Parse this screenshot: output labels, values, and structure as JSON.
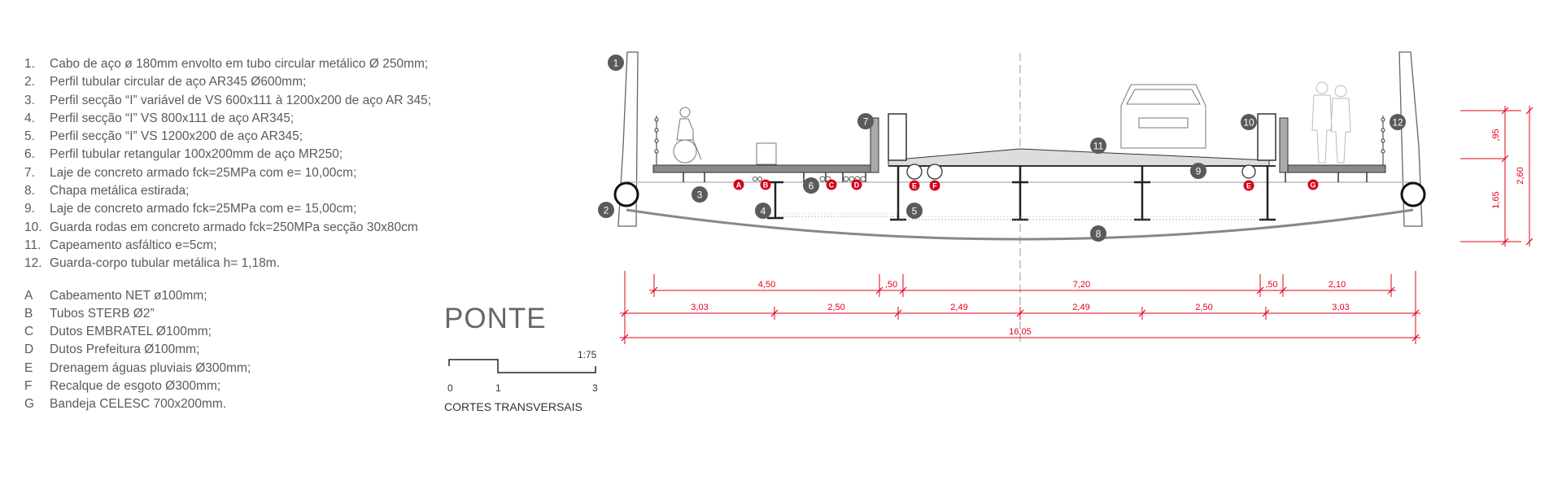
{
  "legend_numbered": [
    {
      "key": "1.",
      "text": "Cabo de aço ø 180mm envolto em tubo circular metálico Ø 250mm;"
    },
    {
      "key": "2.",
      "text": "Perfil tubular circular de aço AR345 Ø600mm;"
    },
    {
      "key": "3.",
      "text": "Perfil secção “I” variável de VS 600x111 à 1200x200 de aço AR 345;"
    },
    {
      "key": "4.",
      "text": "Perfil secção “I” VS 800x111 de aço AR345;"
    },
    {
      "key": "5.",
      "text": "Perfil secção “I” VS 1200x200 de aço AR345;"
    },
    {
      "key": "6.",
      "text": "Perfil tubular retangular 100x200mm de aço MR250;"
    },
    {
      "key": "7.",
      "text": "Laje de concreto armado fck=25MPa com e= 10,00cm;"
    },
    {
      "key": "8.",
      "text": "Chapa metálica estirada;"
    },
    {
      "key": "9.",
      "text": "Laje de concreto armado fck=25MPa com e= 15,00cm;"
    },
    {
      "key": "10.",
      "text": "Guarda rodas em concreto armado fck=250MPa secção 30x80cm"
    },
    {
      "key": "11.",
      "text": "Capeamento asfáltico e=5cm;"
    },
    {
      "key": "12.",
      "text": "Guarda-corpo tubular metálica h= 1,18m."
    }
  ],
  "legend_lettered": [
    {
      "key": "A",
      "text": "Cabeamento NET ø100mm;"
    },
    {
      "key": "B",
      "text": "Tubos STERB Ø2”"
    },
    {
      "key": "C",
      "text": "Dutos EMBRATEL Ø100mm;"
    },
    {
      "key": "D",
      "text": "Dutos Prefeitura Ø100mm;"
    },
    {
      "key": "E",
      "text": "Drenagem águas pluviais Ø300mm;"
    },
    {
      "key": "F",
      "text": "Recalque de esgoto Ø300mm;"
    },
    {
      "key": "G",
      "text": "Bandeja CELESC 700x200mm."
    }
  ],
  "title": "PONTE",
  "subtitle": "CORTES TRANSVERSAIS",
  "scale": {
    "ratio": "1:75",
    "ticks": [
      "0",
      "1",
      "3"
    ]
  },
  "markers": {
    "numbered": [
      "1",
      "2",
      "3",
      "4",
      "5",
      "6",
      "7",
      "8",
      "9",
      "10",
      "11",
      "12"
    ],
    "lettered": [
      "A",
      "B",
      "C",
      "D",
      "E",
      "F",
      "E",
      "G"
    ]
  },
  "dimensions": {
    "row1": [
      "4,50",
      ",50",
      "7,20",
      ",50",
      "2,10"
    ],
    "row2": [
      "3,03",
      "2,50",
      "2,49",
      "2,49",
      "2,50",
      "3,03"
    ],
    "total": "16,05",
    "vertical": [
      ",95",
      "1,65",
      "2,60"
    ]
  },
  "colors": {
    "dimension": "#e3001b",
    "marker": "#5a5a5a",
    "lettered_marker": "#d6001c",
    "structure": "#222222"
  }
}
